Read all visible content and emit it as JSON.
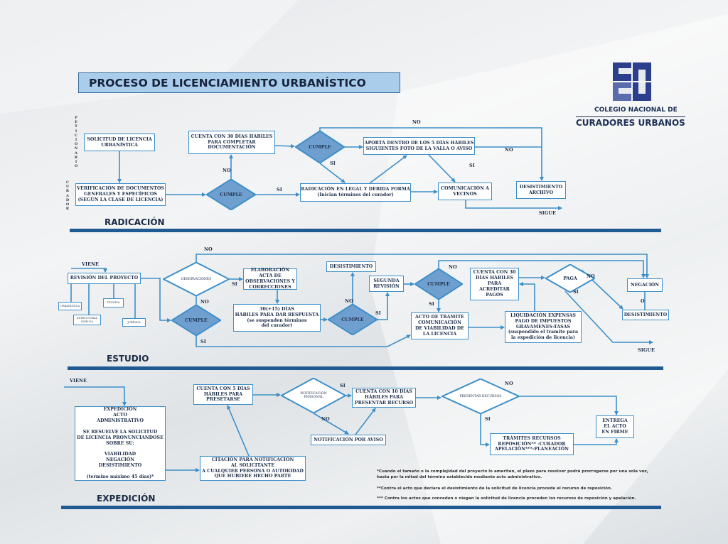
{
  "title": "PROCESO DE LICENCIAMIENTO URBANÍSTICO",
  "logo": {
    "line1": "COLEGIO NACIONAL DE",
    "line2": "CURADORES URBANOS",
    "color": "#2b3f8c"
  },
  "colors": {
    "accent": "#3d8fc9",
    "diamond": "#6f9fcf",
    "bar": "#1f5a93",
    "title_bg": "#a9cdeb"
  },
  "lanes": {
    "peticionario": "PETICIONARIO",
    "curador": "CURADOR"
  },
  "sections": {
    "radicacion": "RADICACIÓN",
    "estudio": "ESTUDIO",
    "expedicion": "EXPEDICIÓN"
  },
  "radicacion": {
    "solicitud": "SOLICITUD DE LICENCIA\nURBANÍSTICA",
    "verificacion": "VERIFICACIÓN DE DOCUMENTOS\nGENERALES Y ESPECÍFICOS\n(SEGÚN LA CLASE DE LICENCIA)",
    "cumple1": "CUMPLE",
    "cuenta30": "CUENTA CON 30 DÍAS HÁBILES\nPARA COMPLETAR\nDOCUMENTACIÓN",
    "cumple2": "CUMPLE",
    "aporta": "APORTA DENTRO DE LOS 5 DÍAS HÁBILES\nSIGUIENTES FOTO DE LA VALLA O AVISO",
    "radicacion_legal": "RADICACIÓN EN LEGAL Y DEBIDA FORMA\n(Inician términos del curador)",
    "comunicacion": "COMUNICACIÓN A\nVECINOS",
    "desistimiento": "DESISTIMIENTO\nARCHIVO",
    "labels": [
      "NO",
      "SI",
      "SI",
      "NO",
      "SI",
      "NO",
      "SIGUE"
    ]
  },
  "estudio": {
    "viene": "VIENE",
    "revision": "REVISIÓN DEL PROYECTO",
    "sub": [
      "URBANÍSTICA",
      "ESTRUCTURAL\n(NSR-10)",
      "TÉCNICA",
      "JURÍDICA"
    ],
    "observaciones": "OBSERVACIONES",
    "cumple1": "CUMPLE",
    "elaboracion": "ELABORACIÓN ACTA DE\nOBSERVACIONES Y\nCORRECCIONES",
    "plazo": "30(+15) DÍAS\nHÁBILES PARA DAR RESPUESTA\n(se suspenden términos\ndel curador)",
    "cumple2": "CUMPLE",
    "desistimiento1": "DESISTIMIENTO",
    "segunda": "SEGUNDA\nREVISIÓN",
    "cumple3": "CUMPLE",
    "acto": "ACTO DE TRAMITE\nCOMUNICACIÓN\nDE VIABILIDAD DE\nLA LICENCIA",
    "cuenta_pagos": "CUENTA CON 30\nDÍAS HÁBILES\nPARA\nACREDITAR\nPAGOS",
    "liquidacion": "LIQUIDACIÓN EXPENSAS\nPAGO DE IMPUESTOS\nGRAVAMENES-TASAS\n(suspendido el tramite para\nla expedición de licencia)",
    "paga": "PAGA",
    "negacion": "NEGACIÓN",
    "desistimiento2": "DESISTIMIENTO",
    "labels": [
      "NO",
      "SI",
      "NO",
      "SI",
      "NO",
      "SI",
      "NO",
      "SI",
      "NO",
      "SI",
      "O",
      "SIGUE"
    ]
  },
  "expedicion": {
    "viene": "VIENE",
    "acto_admin": "EXPEDICIÓN\nACTO\nADMINISTRATIVO\n\nSE RESUELVE LA SOLICITUD\nDE LICENCIA PRONUNCIANDOSE\nSOBRE SU:\n\nVIABILIDAD\nNEGACIÓN\nDESISTIMIENTO\n\n(termino máximo 45 días)*",
    "citacion": "CITACIÓN PARA NOTIFICACIÓN\nAL SOLICITANTE\nA CUALQUIER PERSONA O AUTORIDAD\nQUE HUBIERE HECHO PARTE",
    "cuenta5": "CUENTA CON 5 DÍAS\nHÁBILES PARA\nPRESETARSE",
    "notif_personal": "NOTIFICACIÓN\nPERSONAL",
    "cuenta10": "CUENTA CON 10 DÍAS\nHÁBILES PARA\nPRESENTAR RECURSO",
    "notif_aviso": "NOTIFICACIÓN POR AVISO",
    "presentar": "PRESENTAR RECURSOS",
    "tramites": "TRÁMITES RECURSOS\nREPOSICIÓN** -CURADOR\nAPELACIÓN***-PLANEACIÓN",
    "entrega": "ENTREGA\nEL ACTO\nEN FIRME",
    "labels": [
      "SI",
      "NO",
      "NO",
      "SI"
    ]
  },
  "notes": [
    "*Cuando el tamaño o la complejidad del proyecto lo ameriten, el plazo para resolver podrá prorrogarse por una sola vez, hasta por la mitad del término establecido mediante acto administrativo.",
    "**Contra el acto que declara el desistimiento de la solicitud de licencia procede el recurso de reposición.",
    "*** Contra los actos que conceden o niegan la solicitud de licencia proceden los recursos de reposición y apelación."
  ]
}
